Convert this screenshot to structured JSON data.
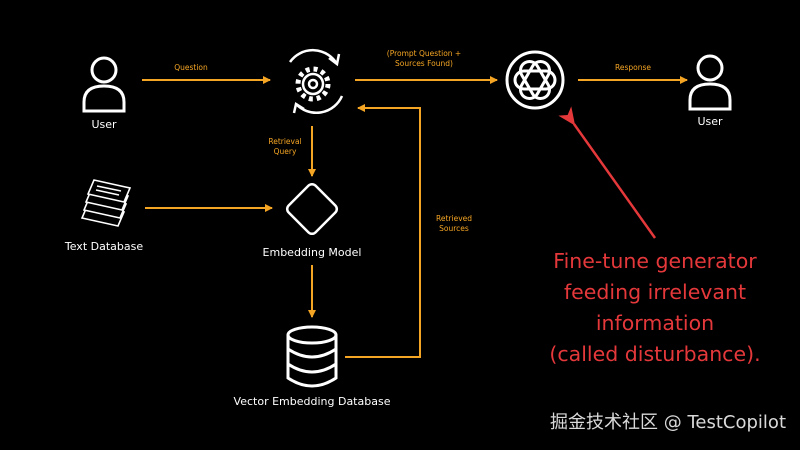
{
  "nodes": {
    "user_left": "User",
    "text_database": "Text Database",
    "embedding_model": "Embedding Model",
    "vector_db": "Vector Embedding Database",
    "user_right": "User"
  },
  "edges": {
    "question": "Question",
    "prompt_line1": "(Prompt Question +",
    "prompt_line2": "Sources Found)",
    "response": "Response",
    "retrieval_line1": "Retrieval",
    "retrieval_line2": "Query",
    "retrieved_line1": "Retrieved",
    "retrieved_line2": "Sources"
  },
  "annotation": {
    "line1": "Fine-tune generator",
    "line2": "feeding irrelevant",
    "line3": "information",
    "line4": "(called disturbance)."
  },
  "watermark": "掘金技术社区 @ TestCopilot",
  "icons": {
    "user_left": "user-icon",
    "processor": "gear-cycle-icon",
    "llm": "openai-logo-icon",
    "user_right": "user-icon",
    "documents": "documents-stack-icon",
    "embedding": "diamond-icon",
    "database": "database-icon"
  },
  "colors": {
    "background": "#000000",
    "arrow": "#f5a524",
    "annotation": "#e5383b",
    "icon": "#ffffff"
  }
}
